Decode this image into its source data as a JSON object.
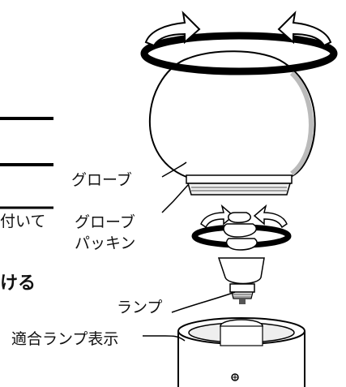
{
  "labels": {
    "globe": "グローブ",
    "packing_line1": "グローブ",
    "packing_line2": "パッキン",
    "lamp": "ランプ",
    "lamp_indicator": "適合ランプ表示"
  },
  "fragments": {
    "text_fragment_1": "付いて",
    "text_fragment_2": "ける"
  }
}
